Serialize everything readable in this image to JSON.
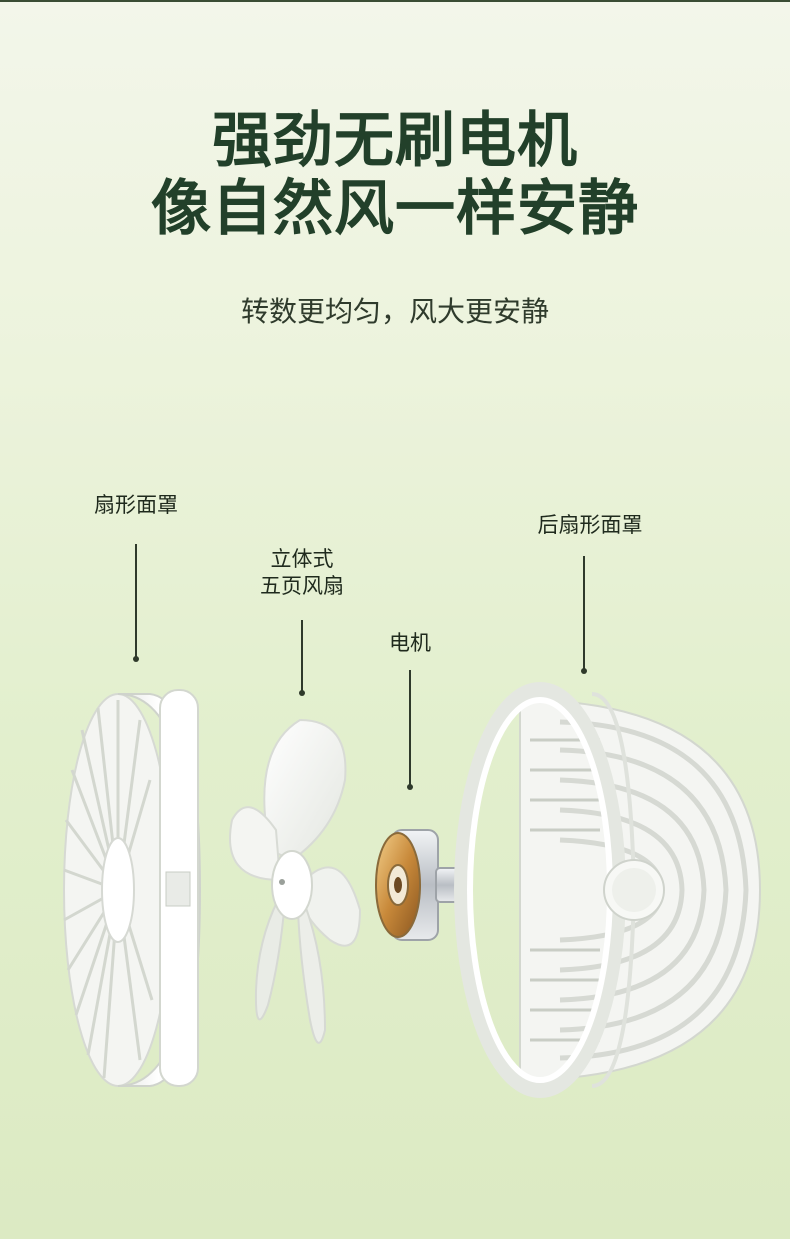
{
  "headline": {
    "line1": "强劲无刷电机",
    "line2": "像自然风一样安静"
  },
  "subtitle": "转数更均匀，风大更安静",
  "labels": {
    "front_cover": "扇形面罩",
    "blade_line1": "立体式",
    "blade_line2": "五页风扇",
    "motor": "电机",
    "rear_cover": "后扇形面罩"
  },
  "colors": {
    "headline": "#22402a",
    "background_top": "#f3f6ea",
    "background_bottom": "#dceac3",
    "motor_copper": "#c8893a"
  }
}
